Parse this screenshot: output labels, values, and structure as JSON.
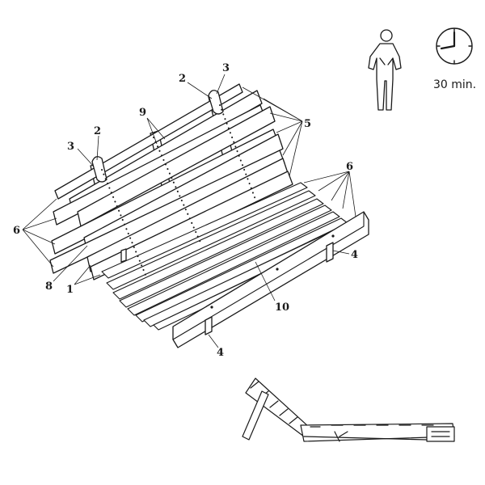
{
  "callouts": {
    "c1": "1",
    "c2a": "2",
    "c2b": "2",
    "c3a": "3",
    "c3b": "3",
    "c4a": "4",
    "c4b": "4",
    "c5": "5",
    "c6a": "6",
    "c6b": "6",
    "c8": "8",
    "c9": "9",
    "c10": "10"
  },
  "assembly": {
    "people_icon": "person-icon",
    "time_icon": "clock-icon",
    "duration": "30 min."
  },
  "colors": {
    "ink": "#1a1a1a",
    "paper": "#ffffff"
  }
}
